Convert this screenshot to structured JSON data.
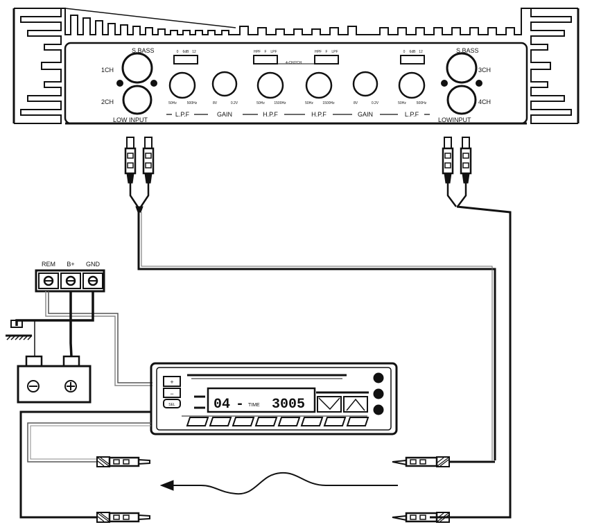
{
  "amplifier": {
    "left_inputs": {
      "top": "1CH",
      "bottom": "2CH",
      "bass": "S.BASS",
      "footer": "LOW INPUT"
    },
    "right_inputs": {
      "top": "3CH",
      "bottom": "4CH",
      "bass": "S.BASS",
      "footer": "LOWINPUT"
    },
    "controls": [
      {
        "label": "L.P.F",
        "scale": [
          "50Hz",
          "500Hz"
        ]
      },
      {
        "label": "GAIN",
        "scale": [
          "8V",
          "0.2V"
        ]
      },
      {
        "label": "H.P.F",
        "scale": [
          "50Hz",
          "1500Hz"
        ]
      },
      {
        "label": "H.P.F",
        "scale": [
          "50Hz",
          "1500Hz"
        ]
      },
      {
        "label": "GAIN",
        "scale": [
          "8V",
          "0.2V"
        ]
      },
      {
        "label": "L.P.F",
        "scale": [
          "50Hz",
          "500Hz"
        ]
      }
    ],
    "switches": [
      {
        "options": [
          "0",
          "6dB",
          "12"
        ]
      },
      {
        "options": [
          "HPF",
          "F",
          "LPF"
        ]
      },
      {
        "options": [
          "HPF",
          "F",
          "LPF"
        ]
      },
      {
        "options": [
          "0",
          "6dB",
          "12"
        ]
      }
    ],
    "mode_label": "4-CH/2CH"
  },
  "power_terminal": {
    "labels": [
      "REM",
      "B+",
      "GND"
    ]
  },
  "battery": {
    "negative": "⊖",
    "positive": "⊕"
  },
  "head_unit": {
    "display": {
      "track": "04",
      "separator": "-",
      "small": "TIME",
      "time": "3005"
    },
    "side_buttons": [
      "+",
      "−",
      "SEL"
    ],
    "preset_count": 8
  }
}
